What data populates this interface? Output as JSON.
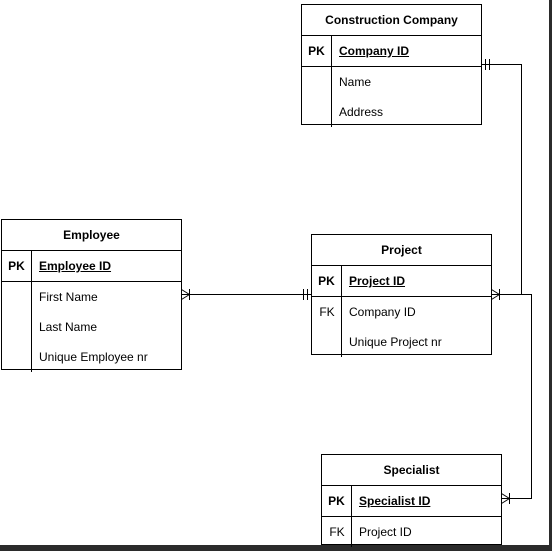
{
  "entities": {
    "construction_company": {
      "title": "Construction Company",
      "pk": {
        "key": "PK",
        "attr": "Company ID"
      },
      "attributes": [
        {
          "key": "",
          "attr": "Name"
        },
        {
          "key": "",
          "attr": "Address"
        }
      ]
    },
    "employee": {
      "title": "Employee",
      "pk": {
        "key": "PK",
        "attr": "Employee ID"
      },
      "attributes": [
        {
          "key": "",
          "attr": "First Name"
        },
        {
          "key": "",
          "attr": "Last Name"
        },
        {
          "key": "",
          "attr": "Unique Employee nr"
        }
      ]
    },
    "project": {
      "title": "Project",
      "pk": {
        "key": "PK",
        "attr": "Project ID"
      },
      "attributes": [
        {
          "key": "FK",
          "attr": "Company ID"
        },
        {
          "key": "",
          "attr": "Unique Project nr"
        }
      ]
    },
    "specialist": {
      "title": "Specialist",
      "pk": {
        "key": "PK",
        "attr": "Specialist ID"
      },
      "attributes": [
        {
          "key": "FK",
          "attr": "Project ID"
        }
      ]
    }
  },
  "relationships": [
    {
      "from": "construction_company",
      "from_cardinality": "one-and-only-one",
      "to": "project",
      "to_cardinality": "one-or-many"
    },
    {
      "from": "employee",
      "from_cardinality": "one-or-many",
      "to": "project",
      "to_cardinality": "one-and-only-one"
    },
    {
      "from": "project",
      "from_cardinality": "one-or-many",
      "to": "specialist",
      "to_cardinality": "one-or-many"
    }
  ],
  "colors": {
    "line": "#000000",
    "canvas": "#ffffff",
    "frame": "#2b2b2b"
  }
}
